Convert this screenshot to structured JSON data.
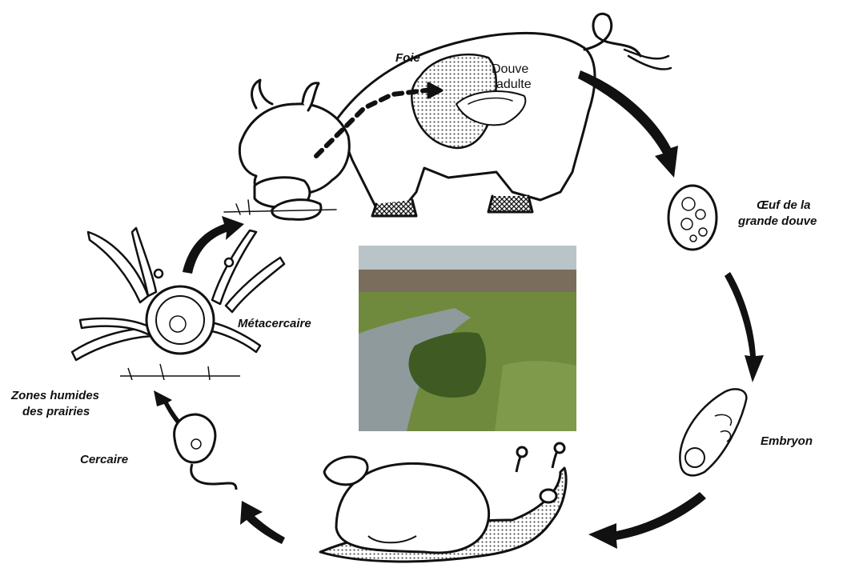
{
  "labels": {
    "foie": "Foie",
    "douve_adulte_line1": "Douve",
    "douve_adulte_line2": "adulte",
    "oeuf_line1": "Œuf de la",
    "oeuf_line2": "grande douve",
    "embryon": "Embryon",
    "cercaire": "Cercaire",
    "zones_line1": "Zones humides",
    "zones_line2": "des prairies",
    "metacercaire": "Métacercaire"
  },
  "colors": {
    "ink": "#111111",
    "stipple": "#bdbdbd",
    "photo_sky": "#b9c4c8",
    "photo_grass": "#6f8a3c",
    "photo_water": "#8f9a9c",
    "photo_tuft": "#3f5a22"
  }
}
